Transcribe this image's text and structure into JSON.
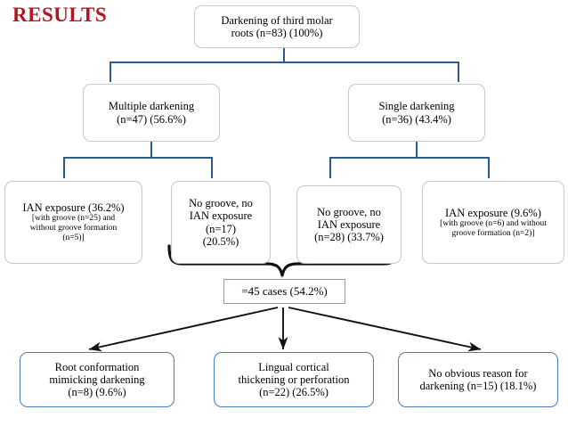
{
  "title": "RESULTS",
  "colors": {
    "title": "#b01722",
    "grey_border": "#c3c8cc",
    "blue_border": "#4a7ebb",
    "connector_blue": "#2e5c8a",
    "connector_black": "#111111",
    "background": "#ffffff"
  },
  "nodes": {
    "root": {
      "lines": [
        "Darkening of third molar",
        "roots (n=83) (100%)"
      ]
    },
    "multiple": {
      "lines": [
        "Multiple darkening",
        "(n=47) (56.6%)"
      ]
    },
    "single": {
      "lines": [
        "Single darkening",
        "(n=36) (43.4%)"
      ]
    },
    "ian_left": {
      "main": "IAN exposure (36.2%)",
      "sub": [
        "[with groove (n=25) and",
        "without groove formation",
        "(n=5)]"
      ]
    },
    "nogroove_left": {
      "lines": [
        "No groove, no",
        "IAN exposure",
        "(n=17)",
        "(20.5%)"
      ]
    },
    "nogroove_right": {
      "lines": [
        "No groove, no",
        "IAN exposure",
        "(n=28) (33.7%)"
      ]
    },
    "ian_right": {
      "main": "IAN exposure (9.6%)",
      "sub": [
        "[with groove (n=6) and without",
        "groove formation (n=2)]"
      ]
    },
    "merge": {
      "lines": [
        "=45 cases (54.2%)"
      ]
    },
    "outcome_root_conformation": {
      "lines": [
        "Root conformation",
        "mimicking darkening",
        "(n=8) (9.6%)"
      ]
    },
    "outcome_lingual": {
      "lines": [
        "Lingual cortical",
        "thickening or perforation",
        "(n=22) (26.5%)"
      ]
    },
    "outcome_no_reason": {
      "lines": [
        "No obvious reason for",
        "darkening (n=15) (18.1%)"
      ]
    }
  }
}
